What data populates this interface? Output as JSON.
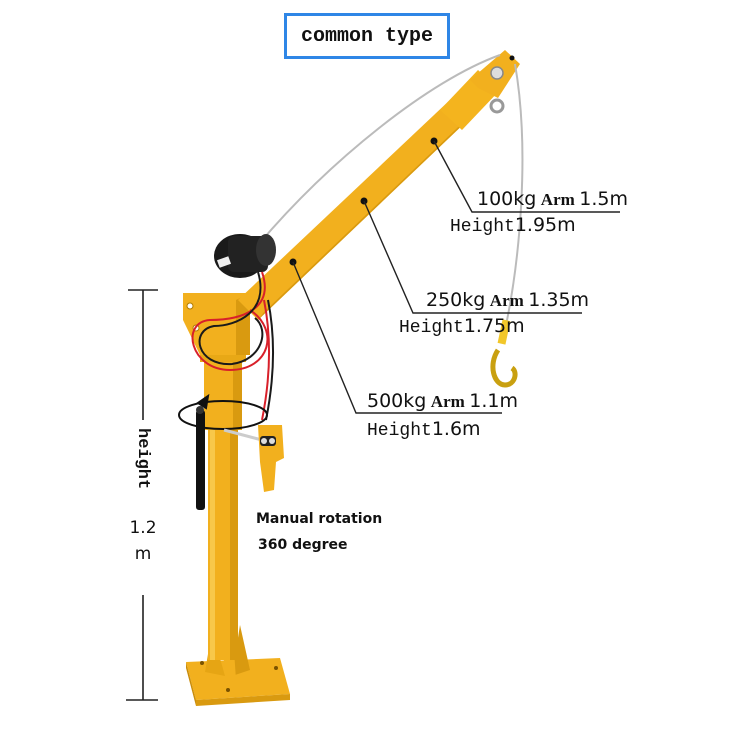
{
  "title": "common type",
  "specs": [
    {
      "capacity": "100kg",
      "arm_label": "Arm",
      "arm_value": "1.5m",
      "height_label": "Height",
      "height_value": "1.95m"
    },
    {
      "capacity": "250kg",
      "arm_label": "Arm",
      "arm_value": "1.35m",
      "height_label": "Height",
      "height_value": "1.75m"
    },
    {
      "capacity": "500kg",
      "arm_label": "Arm",
      "arm_value": "1.1m",
      "height_label": "Height",
      "height_value": "1.6m"
    }
  ],
  "dimension": {
    "label": "height",
    "value_line1": "1.2",
    "value_line2": "m"
  },
  "rotation_note": {
    "line1": "Manual rotation",
    "line2": "360 degree"
  },
  "colors": {
    "crane_yellow": "#f2b01e",
    "crane_shadow": "#d99a10",
    "title_border": "#2f86e6",
    "cable_red": "#d8202a",
    "winch_black": "#1a1a1a"
  }
}
